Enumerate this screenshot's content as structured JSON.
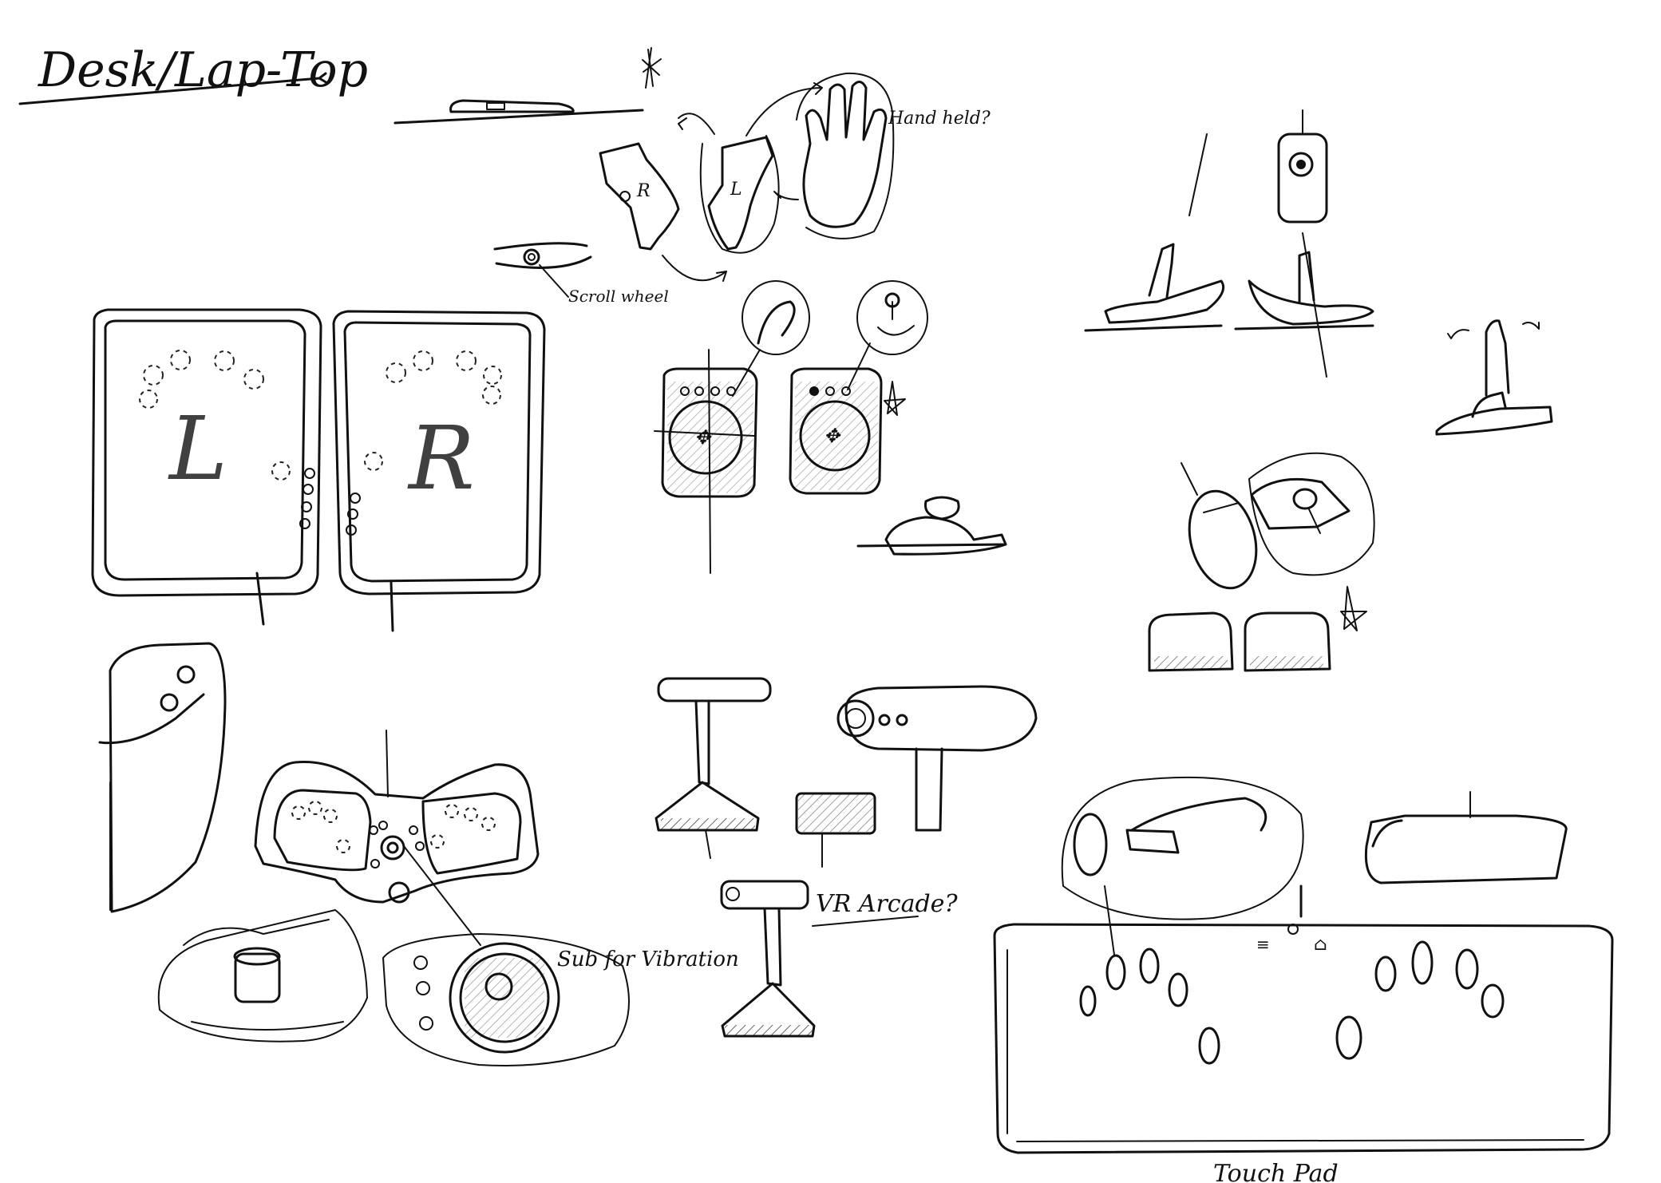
{
  "title": "Desk/Lap-Top",
  "annotations": {
    "hand_held": "Hand held?",
    "scroll_wheel": "Scroll wheel",
    "left_marker": "L",
    "right_marker": "R",
    "vr_arcade": "VR Arcade?",
    "sub_vibration": "Sub for Vibration",
    "touch_pad": "Touch Pad"
  }
}
